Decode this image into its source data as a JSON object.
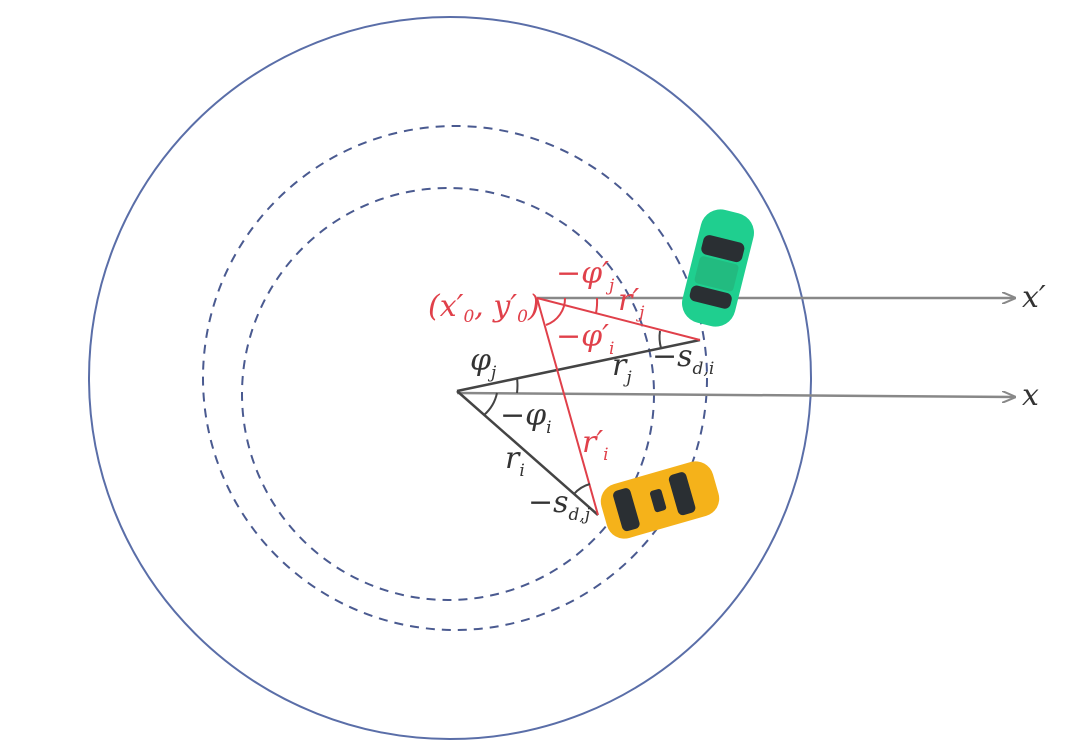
{
  "colors": {
    "outer_circle": "#5a6ea8",
    "dashed": "#4a5a90",
    "axis": "#888888",
    "red": "#e0404a",
    "black_line": "#444444",
    "car_i": "#f5b21a",
    "car_j": "#1fcf8f"
  },
  "labels": {
    "origin_prime": {
      "main": "(x′",
      "sub0": "0",
      "mid": ", y′",
      "sub1": "0",
      "end": ")"
    },
    "phi_j_prime": {
      "main": "−φ′",
      "sub": "j"
    },
    "r_j_prime": {
      "main": "r′",
      "sub": "j"
    },
    "phi_i_prime": {
      "main": "−φ′",
      "sub": "i"
    },
    "phi_j": {
      "main": "φ",
      "sub": "j"
    },
    "r_j": {
      "main": "r",
      "sub": "j"
    },
    "s_d_i": {
      "main": "−s",
      "sub": "d,i"
    },
    "phi_i": {
      "main": "−φ",
      "sub": "i"
    },
    "r_i": {
      "main": "r",
      "sub": "i"
    },
    "r_i_prime": {
      "main": "r′",
      "sub": "i"
    },
    "s_d_j": {
      "main": "−s",
      "sub": "d,j"
    },
    "x_prime_axis": "x′",
    "x_axis": "x"
  },
  "icons": {
    "car_j": "green-car-icon",
    "car_i": "yellow-taxi-icon"
  }
}
